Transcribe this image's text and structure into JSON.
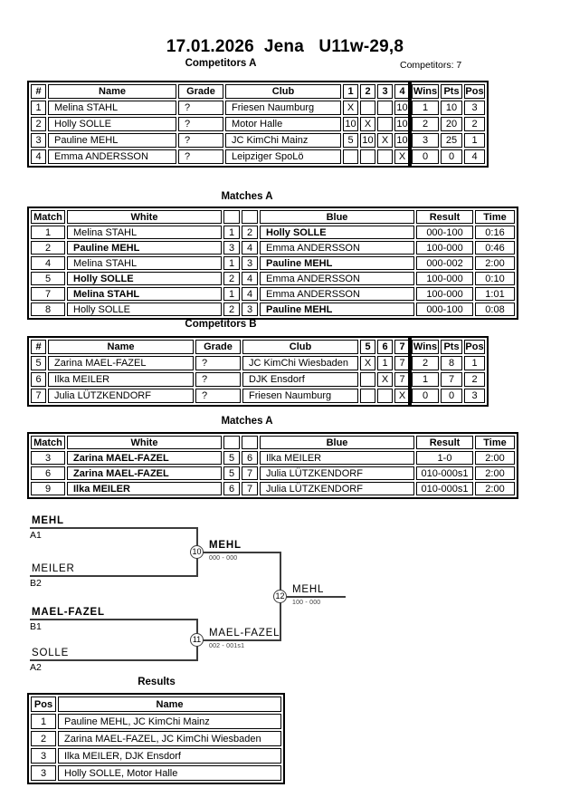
{
  "header": {
    "title": "17.01.2026  Jena   U11w-29,8",
    "competitors_note": "Competitors: 7"
  },
  "sections": {
    "competitors_a": {
      "title": "Competitors A",
      "headers": {
        "num": "#",
        "name": "Name",
        "grade": "Grade",
        "club": "Club",
        "r1": "1",
        "r2": "2",
        "r3": "3",
        "r4": "4",
        "wins": "Wins",
        "pts": "Pts",
        "pos": "Pos"
      },
      "rows": [
        {
          "num": "1",
          "name": "Melina STAHL",
          "grade": "?",
          "club": "Friesen Naumburg",
          "r1": "X",
          "r2": "",
          "r3": "",
          "r4": "10",
          "wins": "1",
          "pts": "10",
          "pos": "3"
        },
        {
          "num": "2",
          "name": "Holly SOLLE",
          "grade": "?",
          "club": "Motor Halle",
          "r1": "10",
          "r2": "X",
          "r3": "",
          "r4": "10",
          "wins": "2",
          "pts": "20",
          "pos": "2"
        },
        {
          "num": "3",
          "name": "Pauline MEHL",
          "grade": "?",
          "club": "JC KimChi Mainz",
          "r1": "5",
          "r2": "10",
          "r3": "X",
          "r4": "10",
          "wins": "3",
          "pts": "25",
          "pos": "1"
        },
        {
          "num": "4",
          "name": "Emma ANDERSSON",
          "grade": "?",
          "club": "Leipziger SpoLö",
          "r1": "",
          "r2": "",
          "r3": "",
          "r4": "X",
          "wins": "0",
          "pts": "0",
          "pos": "4"
        }
      ]
    },
    "matches_a": {
      "title": "Matches A",
      "headers": {
        "match": "Match",
        "white": "White",
        "blue": "Blue",
        "result": "Result",
        "time": "Time"
      },
      "rows": [
        {
          "match": "1",
          "white": "Melina STAHL",
          "wnum": "1",
          "bnum": "2",
          "blue": "Holly SOLLE",
          "result": "000-100",
          "time": "0:16"
        },
        {
          "match": "2",
          "white": "Pauline MEHL",
          "wnum": "3",
          "bnum": "4",
          "blue": "Emma ANDERSSON",
          "result": "100-000",
          "time": "0:46"
        },
        {
          "match": "4",
          "white": "Melina STAHL",
          "wnum": "1",
          "bnum": "3",
          "blue": "Pauline MEHL",
          "result": "000-002",
          "time": "2:00"
        },
        {
          "match": "5",
          "white": "Holly SOLLE",
          "wnum": "2",
          "bnum": "4",
          "blue": "Emma ANDERSSON",
          "result": "100-000",
          "time": "0:10"
        },
        {
          "match": "7",
          "white": "Melina STAHL",
          "wnum": "1",
          "bnum": "4",
          "blue": "Emma ANDERSSON",
          "result": "100-000",
          "time": "1:01"
        },
        {
          "match": "8",
          "white": "Holly SOLLE",
          "wnum": "2",
          "bnum": "3",
          "blue": "Pauline MEHL",
          "result": "000-100",
          "time": "0:08"
        }
      ]
    },
    "competitors_b": {
      "title": "Competitors B",
      "headers": {
        "num": "#",
        "name": "Name",
        "grade": "Grade",
        "club": "Club",
        "r1": "5",
        "r2": "6",
        "r3": "7",
        "wins": "Wins",
        "pts": "Pts",
        "pos": "Pos"
      },
      "rows": [
        {
          "num": "5",
          "name": "Zarina MAEL-FAZEL",
          "grade": "?",
          "club": "JC KimChi Wiesbaden",
          "r1": "X",
          "r2": "1",
          "r3": "7",
          "wins": "2",
          "pts": "8",
          "pos": "1"
        },
        {
          "num": "6",
          "name": "Ilka MEILER",
          "grade": "?",
          "club": "DJK Ensdorf",
          "r1": "",
          "r2": "X",
          "r3": "7",
          "wins": "1",
          "pts": "7",
          "pos": "2"
        },
        {
          "num": "7",
          "name": "Julia LÜTZKENDORF",
          "grade": "?",
          "club": "Friesen Naumburg",
          "r1": "",
          "r2": "",
          "r3": "X",
          "wins": "0",
          "pts": "0",
          "pos": "3"
        }
      ]
    },
    "matches_b": {
      "title": "Matches A",
      "headers": {
        "match": "Match",
        "white": "White",
        "blue": "Blue",
        "result": "Result",
        "time": "Time"
      },
      "rows": [
        {
          "match": "3",
          "white": "Zarina MAEL-FAZEL",
          "wnum": "5",
          "bnum": "6",
          "blue": "Ilka MEILER",
          "result": "1-0",
          "time": "2:00"
        },
        {
          "match": "6",
          "white": "Zarina MAEL-FAZEL",
          "wnum": "5",
          "bnum": "7",
          "blue": "Julia LÜTZKENDORF",
          "result": "010-000s1",
          "time": "2:00"
        },
        {
          "match": "9",
          "white": "Ilka MEILER",
          "wnum": "6",
          "bnum": "7",
          "blue": "Julia LÜTZKENDORF",
          "result": "010-000s1",
          "time": "2:00"
        }
      ]
    },
    "bracket": {
      "slot_a1": {
        "name": "MEHL",
        "seed": "A1"
      },
      "slot_b2": {
        "name": "MEILER",
        "seed": "B2"
      },
      "slot_b1": {
        "name": "MAEL-FAZEL",
        "seed": "B1"
      },
      "slot_a2": {
        "name": "SOLLE",
        "seed": "A2"
      },
      "semifinal_1": {
        "number": "10",
        "winner": "MEHL",
        "score": "000 - 000"
      },
      "semifinal_2": {
        "number": "11",
        "winner": "MAEL-FAZEL",
        "score": "002 - 001s1"
      },
      "final": {
        "number": "12",
        "winner": "MEHL",
        "score": "100 - 000"
      }
    },
    "results": {
      "title": "Results",
      "headers": {
        "pos": "Pos",
        "name": "Name"
      },
      "rows": [
        {
          "pos": "1",
          "name": "Pauline MEHL, JC KimChi Mainz"
        },
        {
          "pos": "2",
          "name": "Zarina MAEL-FAZEL, JC KimChi Wiesbaden"
        },
        {
          "pos": "3",
          "name": "Ilka MEILER, DJK Ensdorf"
        },
        {
          "pos": "3",
          "name": "Holly SOLLE, Motor Halle"
        }
      ]
    }
  }
}
